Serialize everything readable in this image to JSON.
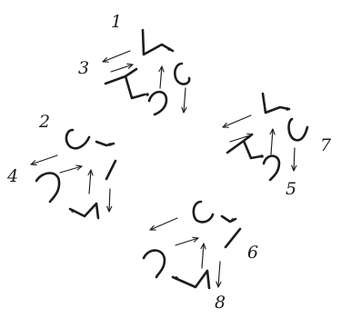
{
  "labels": {
    "l1": "1",
    "l2": "2",
    "l3": "3",
    "l4": "4",
    "l5": "5",
    "l6": "6",
    "l7": "7",
    "l8": "8"
  },
  "ink_color": "#1c1c1c"
}
